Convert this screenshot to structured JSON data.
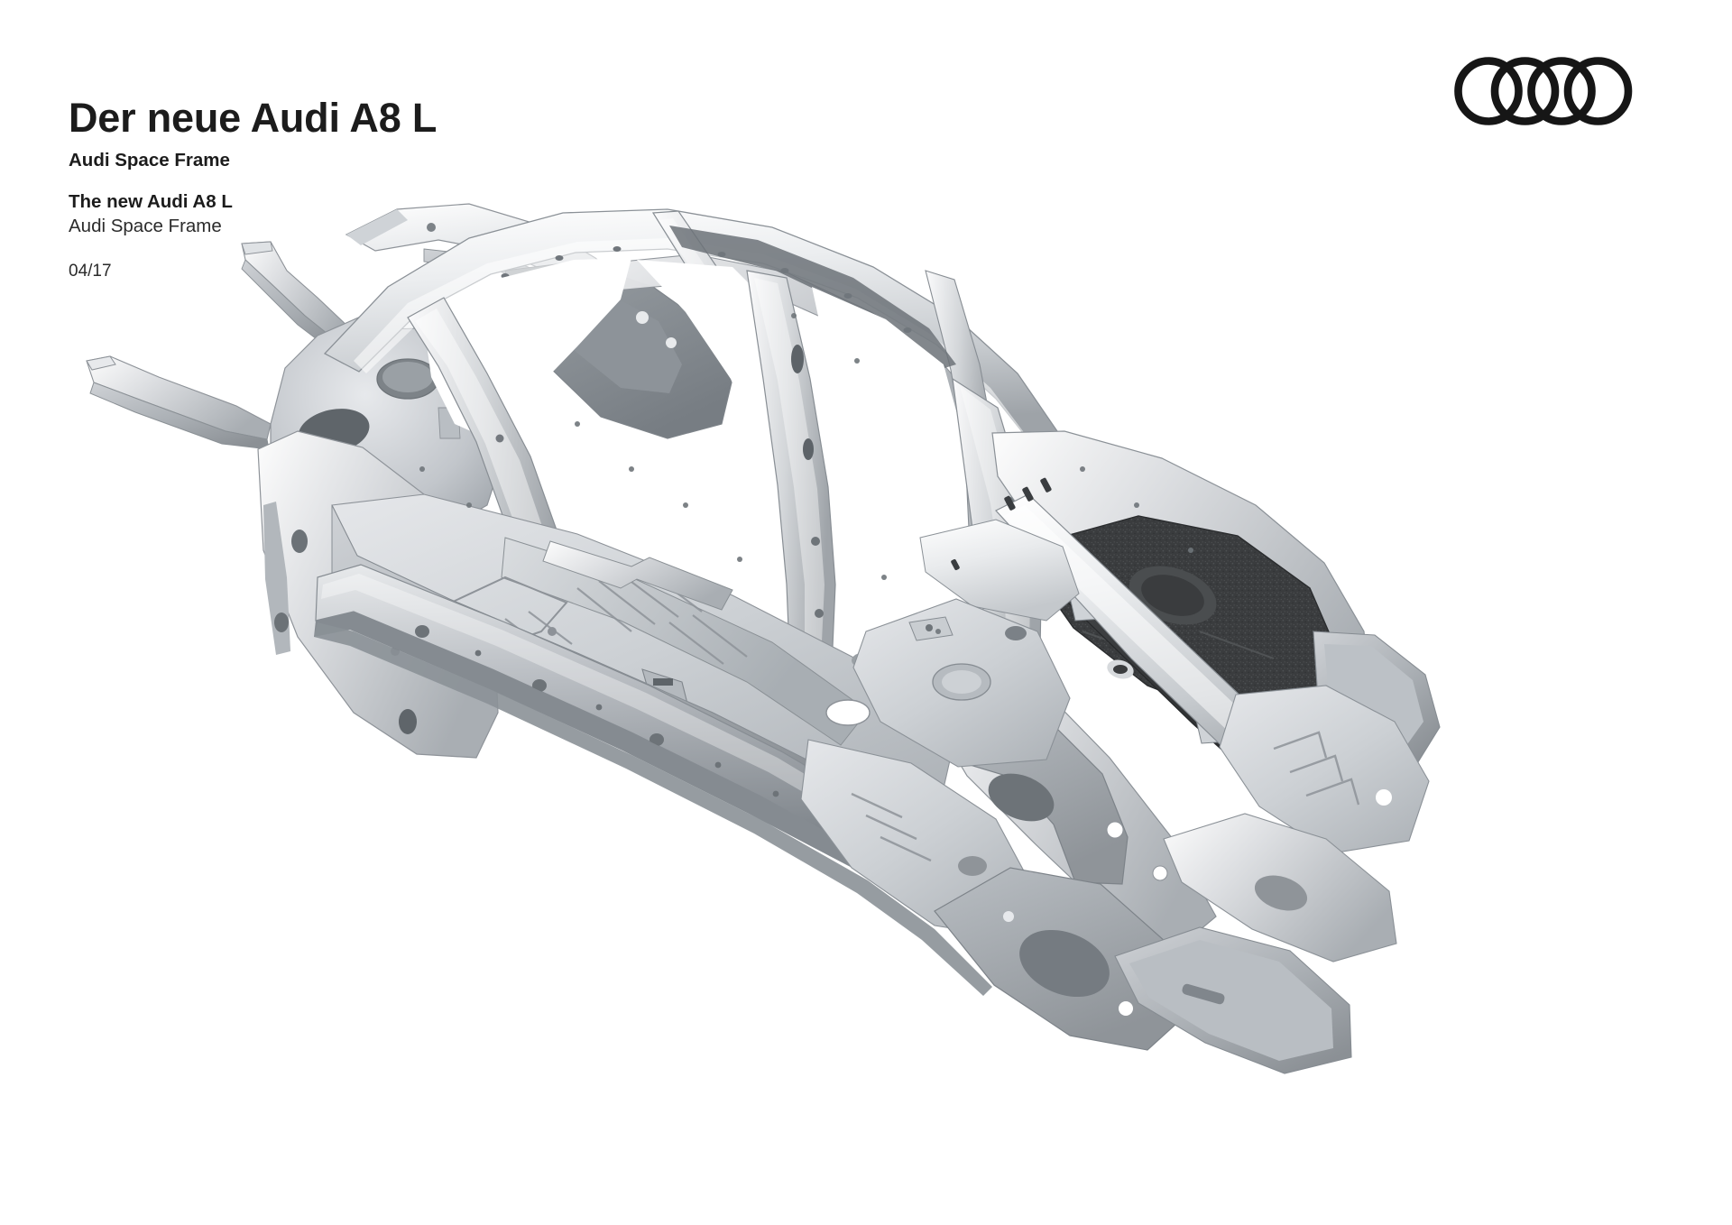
{
  "document": {
    "background_color": "#ffffff",
    "kind": "press-photo-caption-sheet"
  },
  "caption": {
    "title_de": "Der neue Audi A8 L",
    "subtitle_de": "Audi Space Frame",
    "title_en": "The new Audi A8 L",
    "subtitle_en": "Audi Space Frame",
    "date": "04/17",
    "text_color": "#1c1c1c"
  },
  "brand": {
    "logo_name": "audi-four-rings-logo",
    "ring_count": 4,
    "logo_color": "#161616"
  },
  "illustration": {
    "name": "audi-space-frame-body-in-white",
    "description": "Audi A8 L Audi Space Frame body-in-white shown in three-quarter rear view",
    "view": "three-quarter rear, front-left facing away",
    "palette": {
      "aluminium_light": "#f2f3f4",
      "aluminium_mid": "#d8dadd",
      "aluminium_shadow": "#b3b7bb",
      "aluminium_deep": "#94989d",
      "cast_node_grey": "#c3c7cb",
      "cavity_dark": "#7f858a",
      "cfrp_panel": "#3c3e40",
      "cfrp_panel_light": "#55585a",
      "highlight": "#ffffff",
      "outline": "#8a9096"
    },
    "components": [
      {
        "name": "front-end-longitudinal-member",
        "material": "aluminium extrusion"
      },
      {
        "name": "front-suspension-strut-dome",
        "material": "aluminium casting"
      },
      {
        "name": "a-pillar",
        "material": "hot-formed steel"
      },
      {
        "name": "b-pillar",
        "material": "hot-formed steel"
      },
      {
        "name": "roof-frame-rail",
        "material": "aluminium extrusion"
      },
      {
        "name": "roof-arch-crossmember",
        "material": "steel"
      },
      {
        "name": "side-sill",
        "material": "aluminium extrusion"
      },
      {
        "name": "floor-panel",
        "material": "aluminium sheet"
      },
      {
        "name": "transmission-tunnel",
        "material": "steel"
      },
      {
        "name": "c-pillar",
        "material": "aluminium casting"
      },
      {
        "name": "rear-wheel-arch",
        "material": "aluminium sheet"
      },
      {
        "name": "rear-luggage-well-cfrp-panel",
        "material": "carbon fibre reinforced polymer"
      },
      {
        "name": "rear-cross-member",
        "material": "aluminium extrusion"
      },
      {
        "name": "rear-end-panel",
        "material": "aluminium casting"
      }
    ]
  }
}
